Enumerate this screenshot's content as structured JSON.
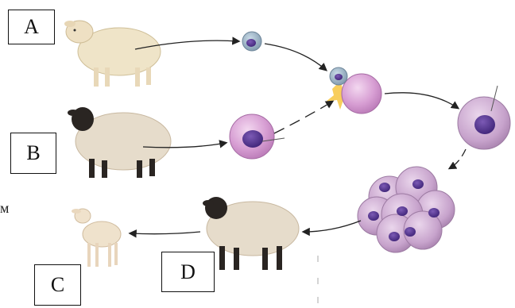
{
  "labels": {
    "a": "A",
    "b": "B",
    "c": "C",
    "d": "D"
  },
  "stray_text": "м",
  "colors": {
    "wool_light": "#efe6cf",
    "wool_dark_sheep": "#e4d8c2",
    "head_black": "#2a2522",
    "cell_purple": "#c68fc6",
    "nucleus": "#5a3a8e",
    "arrow": "#222222"
  }
}
